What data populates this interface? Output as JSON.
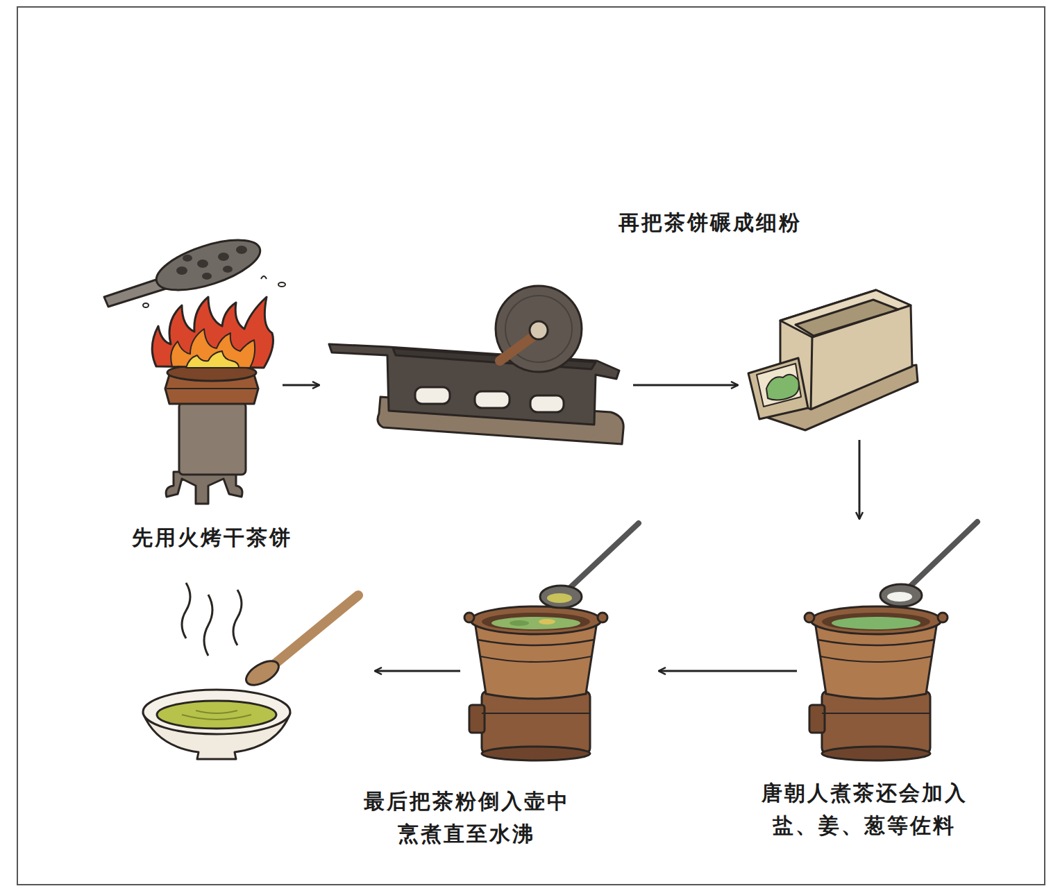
{
  "diagram": {
    "nodes": [
      {
        "text": [
          "先用火烤干茶饼"
        ]
      },
      {
        "text": []
      },
      {
        "text": [
          "再把茶饼碾成细粉"
        ]
      },
      {
        "text": [
          "唐朝人煮茶还会加入 盐、姜、葱等佐料"
        ]
      },
      {
        "text": [
          "最后把茶粉倒入壶中 烹煮直至水沸"
        ]
      },
      {
        "text": []
      }
    ],
    "edges": [
      {
        "from": 0,
        "to": 1,
        "arrow": "to"
      },
      {
        "from": 1,
        "to": 2,
        "arrow": "to"
      },
      {
        "from": 2,
        "to": 3,
        "arrow": "to"
      },
      {
        "from": 3,
        "to": 4,
        "arrow": "to"
      },
      {
        "from": 4,
        "to": 5,
        "arrow": "to"
      }
    ]
  }
}
